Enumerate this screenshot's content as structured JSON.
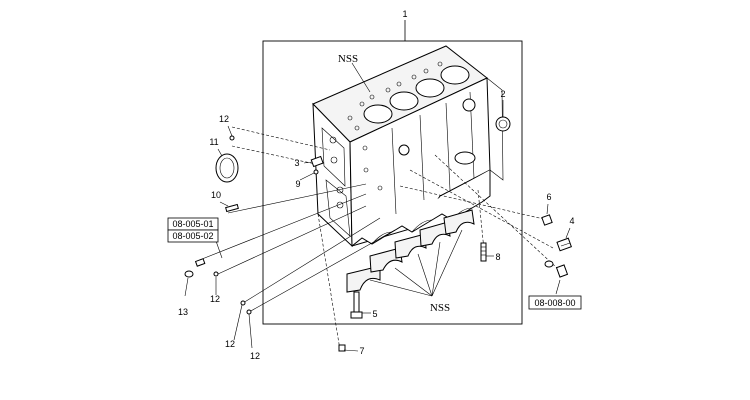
{
  "diagram": {
    "assembly_callout": "1",
    "nss_labels": [
      "NSS",
      "NSS"
    ],
    "callouts": {
      "c2": "2",
      "c3": "3",
      "c4": "4",
      "c5": "5",
      "c6": "6",
      "c7": "7",
      "c8": "8",
      "c9": "9",
      "c10": "10",
      "c11": "11",
      "c12a": "12",
      "c12b": "12",
      "c12c": "12",
      "c12d": "12",
      "c13": "13"
    },
    "references": {
      "left_top": "08-005-01",
      "left_bottom": "08-005-02",
      "right": "08-008-00"
    }
  }
}
